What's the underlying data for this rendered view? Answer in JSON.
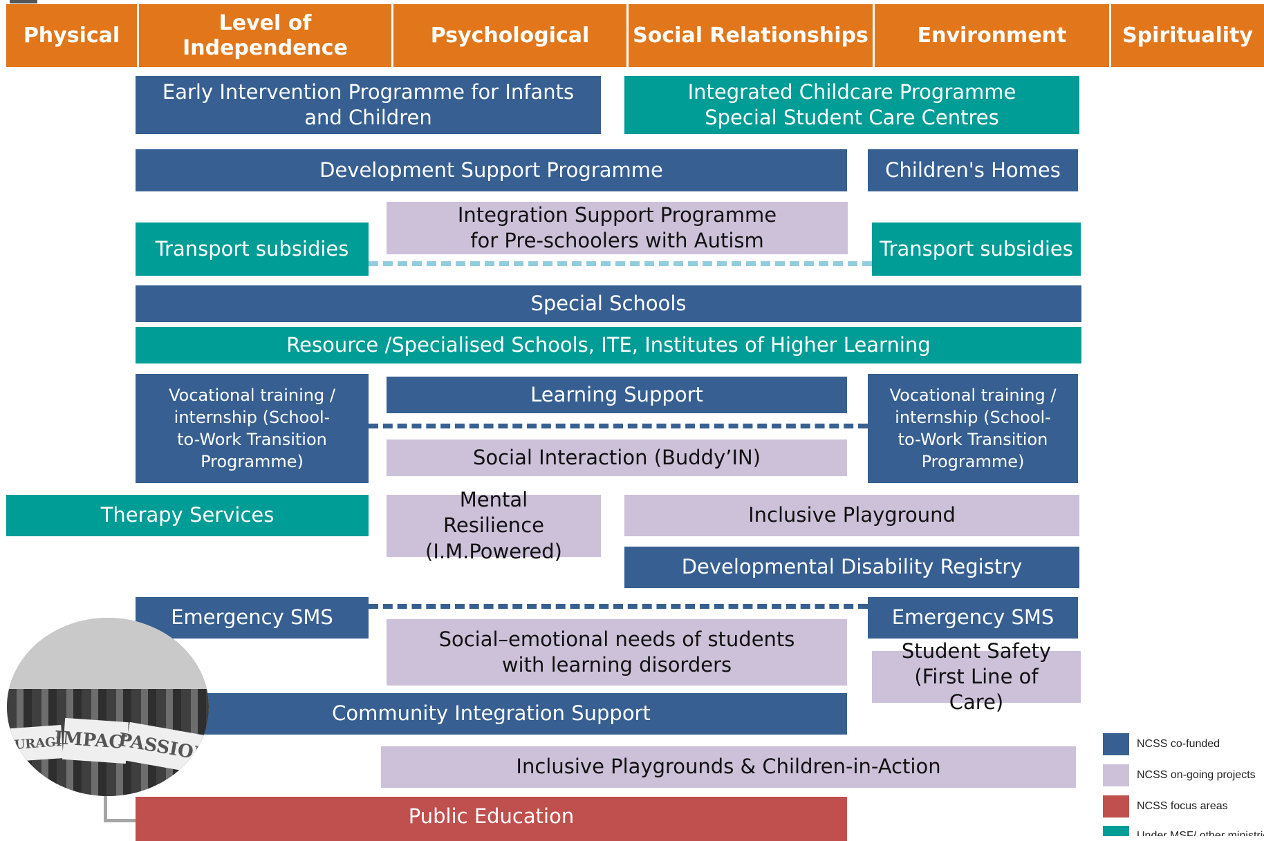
{
  "headers": [
    "Physical",
    "Level of Independence",
    "Psychological",
    "Social Relationships",
    "Environment",
    "Spirituality"
  ],
  "programmes": {
    "early_intervention": "Early Intervention Programme for Infants and Children",
    "integrated_childcare": "Integrated Childcare Programme",
    "special_student_care": "Special Student Care Centres",
    "development_support": "Development Support Programme",
    "childrens_homes": "Children's Homes",
    "integration_support": "Integration Support Programme for Pre-schoolers with Autism",
    "transport_left": "Transport subsidies",
    "transport_right": "Transport subsidies",
    "special_schools": "Special Schools",
    "resource_schools": "Resource /Specialised Schools, ITE, Institutes of Higher Learning",
    "vocational_left": "Vocational training / internship (School-to-Work Transition Programme)",
    "learning_support": "Learning Support",
    "vocational_right": "Vocational training / internship (School-to-Work Transition Programme)",
    "social_interaction": "Social Interaction (Buddy’IN)",
    "therapy_services": "Therapy Services",
    "mental_resilience": "Mental Resilience (I.M.Powered)",
    "inclusive_playground": "Inclusive Playground",
    "ddr": "Developmental Disability Registry",
    "emergency_sms_left": "Emergency SMS",
    "emergency_sms_right": "Emergency SMS",
    "social_emotional": "Social–emotional needs of students with learning disorders",
    "student_safety": "Student Safety (First Line of Care)",
    "community_integration": "Community Integration Support",
    "inclusive_playgrounds_cia": "Inclusive Playgrounds & Children-in-Action",
    "public_education": "Public Education"
  },
  "photo_signs": [
    "OURAGI",
    "IMPACT",
    "PASSION"
  ],
  "legend": [
    {
      "label": "NCSS co-funded",
      "color": "#375F91"
    },
    {
      "label": "NCSS on-going projects",
      "color": "#CCC1D9"
    },
    {
      "label": "NCSS focus areas",
      "color": "#C0504D"
    },
    {
      "label": "Under MSF/ other ministries",
      "color": "#009C96"
    }
  ],
  "colors": {
    "header": "#E2761A",
    "ncss_co_funded": "#375F91",
    "ncss_ongoing": "#CCC1D9",
    "ncss_focus": "#C0504D",
    "other_ministries": "#009C96",
    "dash_light": "#93CDDD"
  },
  "icons": {
    "photo": "community-photo-icon"
  }
}
